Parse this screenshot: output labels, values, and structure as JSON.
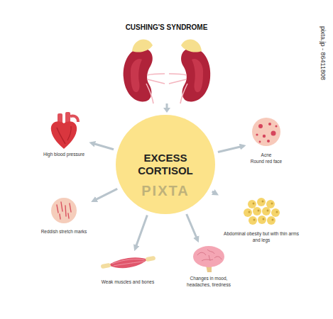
{
  "diagram": {
    "title": "CUSHING'S SYNDROME",
    "nodes": [
      {
        "text": [
          "EXCESS CORTISOL"
        ]
      },
      {
        "text": [
          "High blood pressure"
        ]
      },
      {
        "text": [
          "Acne",
          "Round red face"
        ]
      },
      {
        "text": [
          "Reddish stretch marks"
        ]
      },
      {
        "text": [
          "Abdominal obesity but with thin arms and legs"
        ]
      },
      {
        "text": [
          "Weak muscles and bones"
        ]
      },
      {
        "text": [
          "Changes in mood, headaches, tiredness"
        ]
      }
    ],
    "edges": [
      {
        "from": 0,
        "to": 1,
        "arrow": "to"
      },
      {
        "from": 0,
        "to": 2,
        "arrow": "to"
      },
      {
        "from": 0,
        "to": 3,
        "arrow": "to"
      },
      {
        "from": 0,
        "to": 4,
        "arrow": "to"
      },
      {
        "from": 0,
        "to": 5,
        "arrow": "to"
      },
      {
        "from": 0,
        "to": 6,
        "arrow": "to"
      }
    ],
    "labels": [
      "PIXTA",
      "pixta.jp - 86411808"
    ]
  }
}
